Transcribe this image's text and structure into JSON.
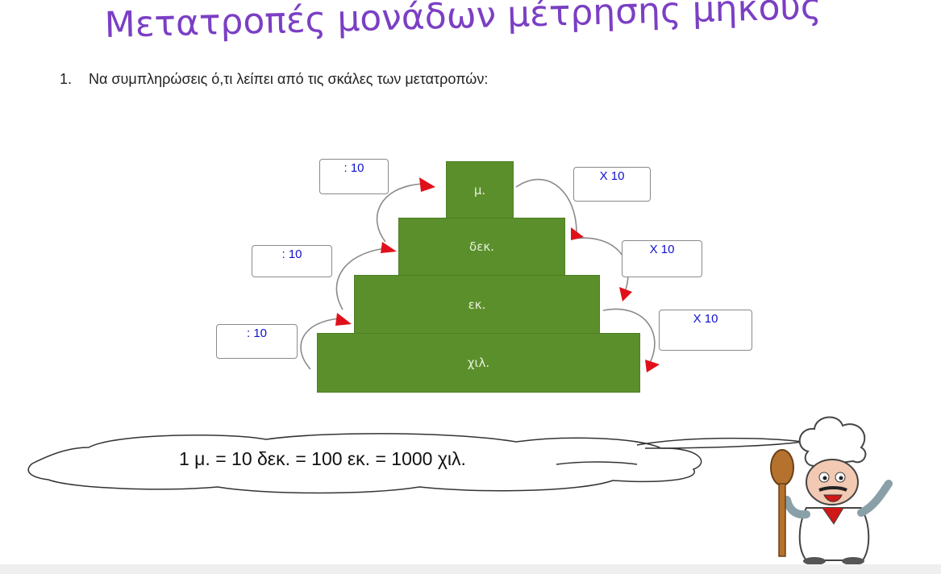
{
  "title": "Μετατροπές μονάδων μέτρησης μήκους",
  "instruction": {
    "number": "1.",
    "text": "Να συμπληρώσεις ό,τι  λείπει από τις σκάλες των μετατροπών:"
  },
  "pyramid": {
    "steps": [
      "μ.",
      "δεκ.",
      "εκ.",
      "χιλ."
    ],
    "color": "#5b8f2c",
    "arrow_color": "#e0101a"
  },
  "left_boxes": [
    ": 10",
    ": 10",
    ": 10"
  ],
  "right_boxes": [
    "Χ 10",
    "Χ 10",
    "Χ 10"
  ],
  "equation": "1 μ. = 10 δεκ. = 100 εκ. = 1000 χιλ.",
  "chef": {
    "icon": "chef-with-wooden-spoon-icon"
  }
}
